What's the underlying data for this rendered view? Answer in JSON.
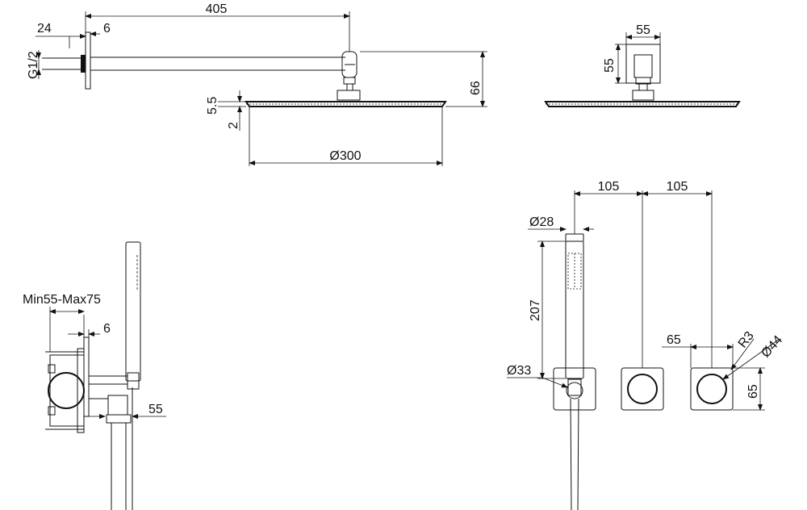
{
  "drawing": {
    "top_left": {
      "dim_arm_length": "405",
      "dim_wall_plate": "24",
      "dim_plate_thickness": "6",
      "dim_thread": "G1/2",
      "dim_head_thickness": "5.5",
      "dim_edge": "2",
      "dim_drop": "66",
      "dim_head_diameter": "Ø300"
    },
    "top_right": {
      "dim_block_width": "55",
      "dim_block_height": "55"
    },
    "bottom_left": {
      "dim_wall_depth": "Min55-Max75",
      "dim_plate_thickness": "6",
      "dim_outlet": "55"
    },
    "bottom_right": {
      "dim_spacing_left": "105",
      "dim_spacing_right": "105",
      "dim_handle_diameter": "Ø28",
      "dim_handle_length": "207",
      "dim_outlet_diameter": "Ø33",
      "dim_plate_width": "65",
      "dim_corner_radius": "R3",
      "dim_knob_diameter": "Ø44",
      "dim_plate_height": "65"
    }
  }
}
